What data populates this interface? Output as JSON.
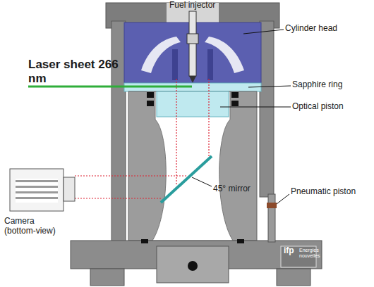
{
  "diagram": {
    "labels": [
      "Fuel injector",
      "Cylinder head",
      "Laser sheet 266 nm",
      "Sapphire ring",
      "Optical piston",
      "Pneumatic piston",
      "Camera (bottom-view)",
      "45° mirror",
      "ifp",
      "Energies nouvelles"
    ]
  }
}
